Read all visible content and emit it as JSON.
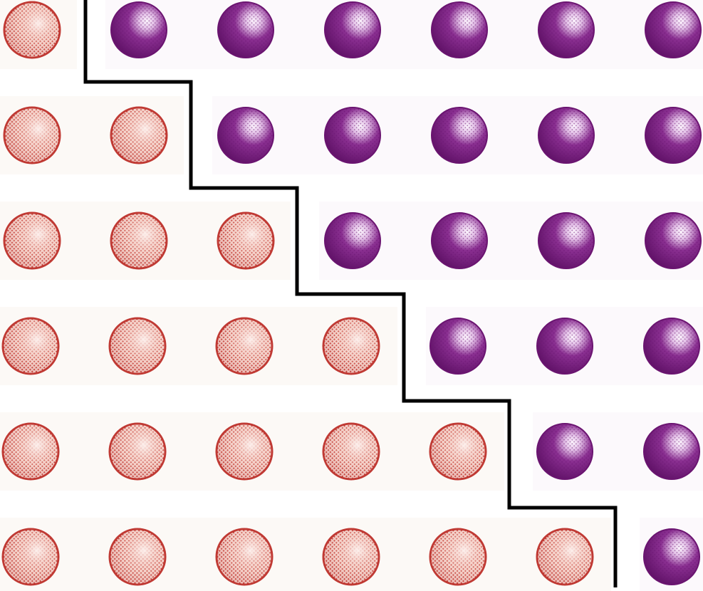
{
  "diagram": {
    "grid": {
      "rows": 6,
      "columns": 7
    },
    "colors": {
      "left_dot": "#c03a34",
      "left_dot_light": "#f6d6cf",
      "right_dot": "#6a1470",
      "right_dot_light": "#f4e8f6",
      "divider": "#000000"
    },
    "row_left_counts": [
      1,
      2,
      3,
      4,
      5,
      6
    ]
  }
}
